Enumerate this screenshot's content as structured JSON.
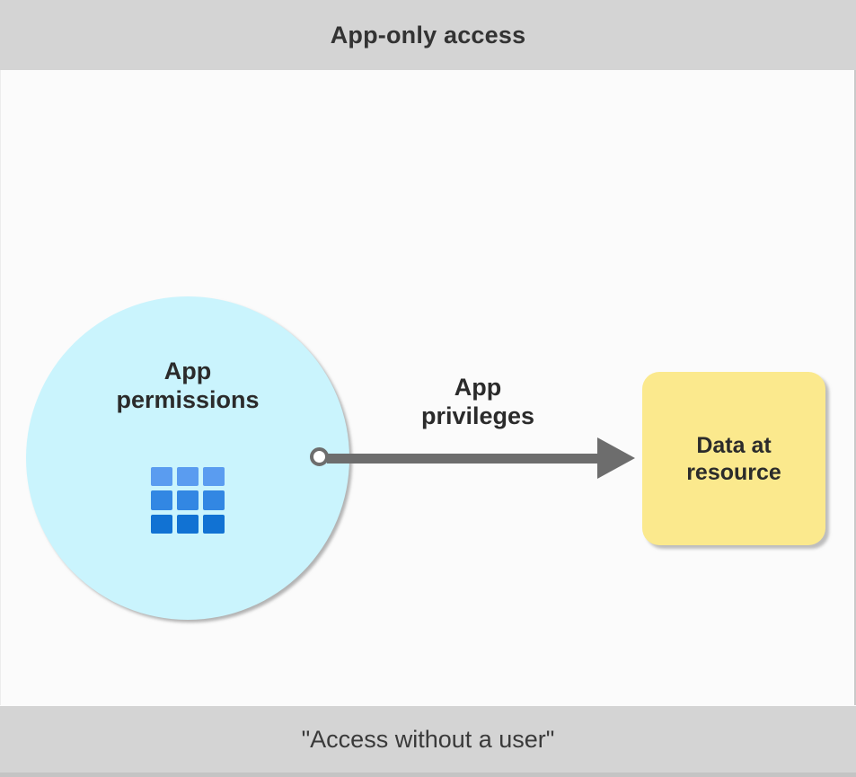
{
  "header": {
    "title": "App-only access"
  },
  "diagram": {
    "nodes": {
      "app_permissions": {
        "label": "App\npermissions",
        "icon": "grid-3x3-icon",
        "shape": "circle",
        "fill": "#caf4fd"
      },
      "data_resource": {
        "label": "Data at\nresource",
        "shape": "rounded-rect",
        "fill": "#fbe98d"
      }
    },
    "connector": {
      "label": "App\nprivileges",
      "from": "app_permissions",
      "to": "data_resource",
      "style": "arrow-right",
      "color": "#6d6d6d"
    }
  },
  "footer": {
    "caption": "\"Access without a user\""
  },
  "colors": {
    "band": "#d4d4d4",
    "body": "#fbfbfb",
    "circle_fill": "#caf4fd",
    "box_fill": "#fbe98d",
    "connector": "#6d6d6d",
    "icon_blue_light": "#5a9cf0",
    "icon_blue_mid": "#3287e3",
    "icon_blue_dark": "#1172d3",
    "text": "#2b2b2b"
  }
}
